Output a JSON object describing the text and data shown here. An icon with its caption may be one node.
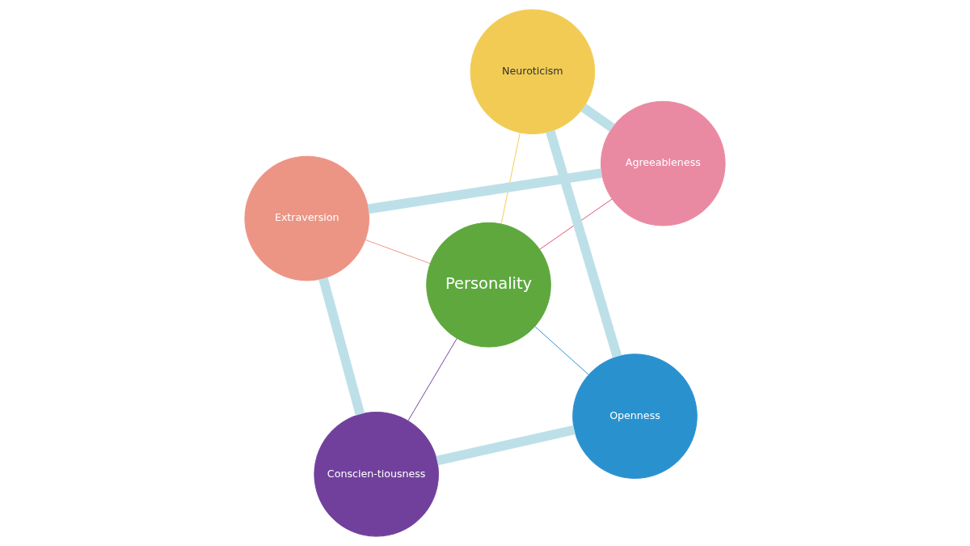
{
  "diagram": {
    "nodes": [
      {
        "text": [
          "Personality"
        ]
      },
      {
        "text": [
          "Openness"
        ]
      },
      {
        "text": [
          "Conscien-tiousness"
        ]
      },
      {
        "text": [
          "Extraversion"
        ]
      },
      {
        "text": [
          "Agreeableness"
        ]
      },
      {
        "text": [
          "Neuroticism"
        ]
      }
    ],
    "edges": [
      {
        "from": 0,
        "to": 1,
        "arrow": "none",
        "color": "#2a91cf"
      },
      {
        "from": 0,
        "to": 2,
        "arrow": "none",
        "color": "#71409c"
      },
      {
        "from": 0,
        "to": 3,
        "arrow": "none",
        "color": "#ec9585"
      },
      {
        "from": 0,
        "to": 4,
        "arrow": "none",
        "color": "#e0506e"
      },
      {
        "from": 0,
        "to": 5,
        "arrow": "none",
        "color": "#f2cb55"
      },
      {
        "from": 1,
        "to": 2,
        "arrow": "none",
        "style": "thick",
        "color": "#bde0e8"
      },
      {
        "from": 2,
        "to": 3,
        "arrow": "none",
        "style": "thick",
        "color": "#bde0e8"
      },
      {
        "from": 3,
        "to": 4,
        "arrow": "none",
        "style": "thick",
        "color": "#bde0e8"
      },
      {
        "from": 4,
        "to": 5,
        "arrow": "none",
        "style": "thick",
        "color": "#bde0e8"
      },
      {
        "from": 5,
        "to": 1,
        "arrow": "none",
        "style": "thick",
        "color": "#bde0e8"
      }
    ]
  }
}
